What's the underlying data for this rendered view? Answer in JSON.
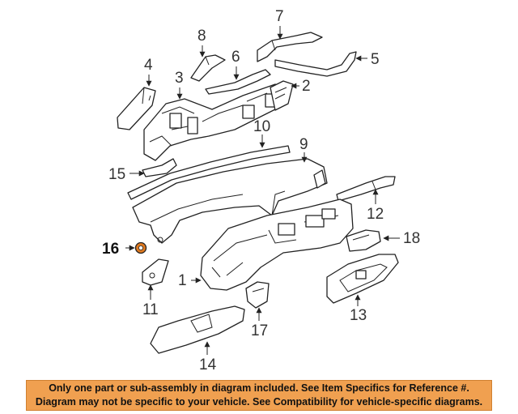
{
  "diagram": {
    "callouts": [
      "1",
      "2",
      "3",
      "4",
      "5",
      "6",
      "7",
      "8",
      "9",
      "10",
      "11",
      "12",
      "13",
      "14",
      "15",
      "16",
      "17",
      "18"
    ],
    "highlighted_callout": "16",
    "highlight_color": "#e07a20"
  },
  "disclaimer": {
    "line1": "Only one part or sub-assembly in diagram included. See Item Specifics for Reference #.",
    "line2": "Diagram may not be specific to your vehicle. See Compatibility for vehicle-specific diagrams.",
    "background_color": "#f0a050"
  }
}
